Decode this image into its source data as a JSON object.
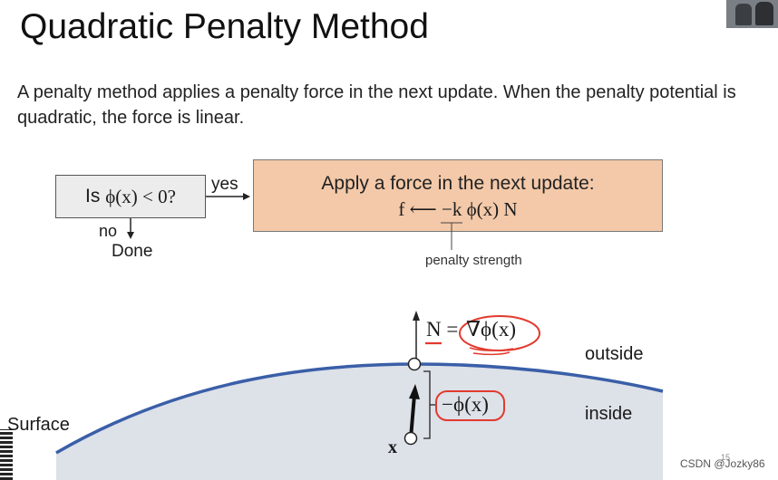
{
  "slide": {
    "title": "Quadratic Penalty Method",
    "body": "A penalty method applies a penalty force in the next update.  When the penalty potential is quadratic, the force is linear."
  },
  "flow": {
    "condition_prefix": "Is ",
    "condition_math": "ϕ(x) < 0?",
    "yes_label": "yes",
    "no_label": "no",
    "done_label": "Done",
    "action_line1": "Apply a force in the next update:",
    "action_line2": "f ⟵ −k ϕ(x) N",
    "annotation": "penalty strength"
  },
  "diagram": {
    "normal_lhs": "N =",
    "normal_rhs": "∇ϕ(x)",
    "neg_phi": "−ϕ(x)",
    "point_label": "x",
    "outside_label": "outside",
    "inside_label": "inside",
    "surface_label": "Surface"
  },
  "footer": {
    "watermark": "CSDN @Jozky86",
    "page_number": "15"
  },
  "colors": {
    "action_box": "#f3c9a9",
    "surface_fill": "#dde1e8",
    "surface_line": "#3a5fa8",
    "ink_red": "#e23a2e"
  }
}
